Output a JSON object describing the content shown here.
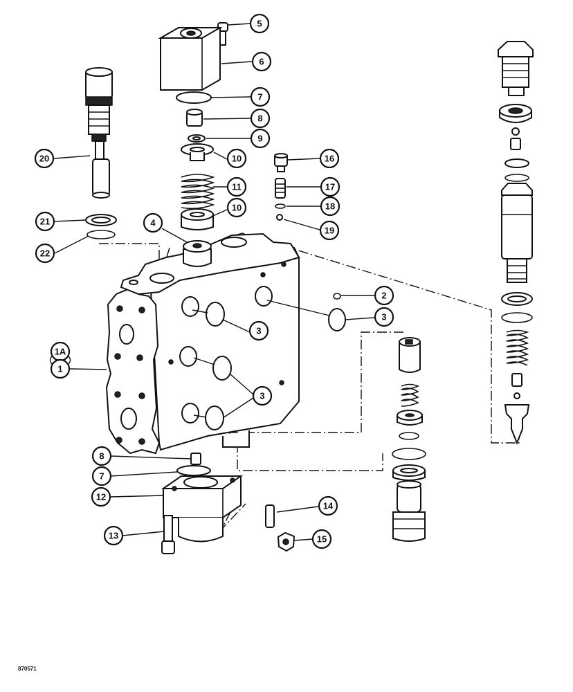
{
  "figure_id": "870571",
  "callouts": [
    {
      "label": "5"
    },
    {
      "label": "6"
    },
    {
      "label": "7"
    },
    {
      "label": "8"
    },
    {
      "label": "9"
    },
    {
      "label": "10"
    },
    {
      "label": "16"
    },
    {
      "label": "20"
    },
    {
      "label": "11"
    },
    {
      "label": "17"
    },
    {
      "label": "10"
    },
    {
      "label": "18"
    },
    {
      "label": "21"
    },
    {
      "label": "4"
    },
    {
      "label": "19"
    },
    {
      "label": "22"
    },
    {
      "label": "2"
    },
    {
      "label": "3"
    },
    {
      "label": "3"
    },
    {
      "label": "1A"
    },
    {
      "label": "1"
    },
    {
      "label": "3"
    },
    {
      "label": "3"
    },
    {
      "label": "8"
    },
    {
      "label": "7"
    },
    {
      "label": "12"
    },
    {
      "label": "14"
    },
    {
      "label": "13"
    },
    {
      "label": "15"
    }
  ]
}
